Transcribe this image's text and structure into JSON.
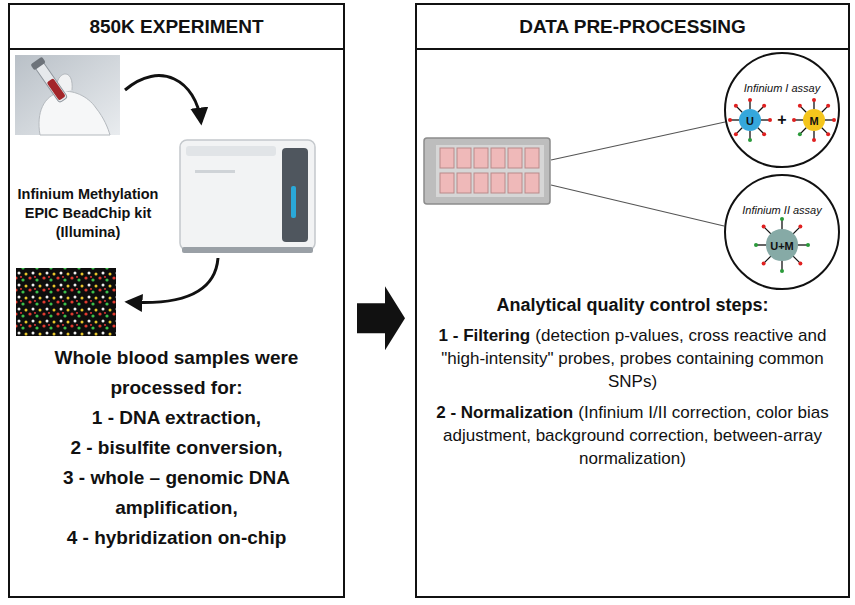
{
  "diagram": {
    "nodes": [
      {
        "text": [
          "Infinium Methylation EPIC BeadChip kit (Illumina)",
          "Whole blood samples were processed for:",
          "1 - DNA extraction,",
          "2 - bisulfite conversion,",
          "3 - whole – genomic DNA amplification,",
          "4 - hybridization on-chip"
        ]
      },
      {
        "text": [
          "850K EXPERIMENT"
        ],
        "in": 0
      },
      {
        "text": [
          "Analytical quality control steps:",
          "1 - Filtering",
          "(detection p-values, cross reactive and \"high-intensity\" probes, probes containing common SNPs)",
          "2 - Normalization",
          "(Infinium I/II correction, color bias adjustment, background correction, between-array normalization)"
        ]
      },
      {
        "text": [
          "DATA PRE-PROCESSING"
        ],
        "in": 2
      },
      {
        "text": [
          "Infinium I assay"
        ],
        "in": 2
      },
      {
        "text": [
          "U"
        ],
        "in": 4
      },
      {
        "text": [
          "M"
        ],
        "in": 4
      },
      {
        "text": [
          "Infinium II assay"
        ],
        "in": 2
      },
      {
        "text": [
          "U+M"
        ],
        "in": 7
      }
    ],
    "edges": [
      {
        "from": 0,
        "to": 2,
        "arrow": "to"
      }
    ],
    "labels": [
      "+"
    ]
  }
}
